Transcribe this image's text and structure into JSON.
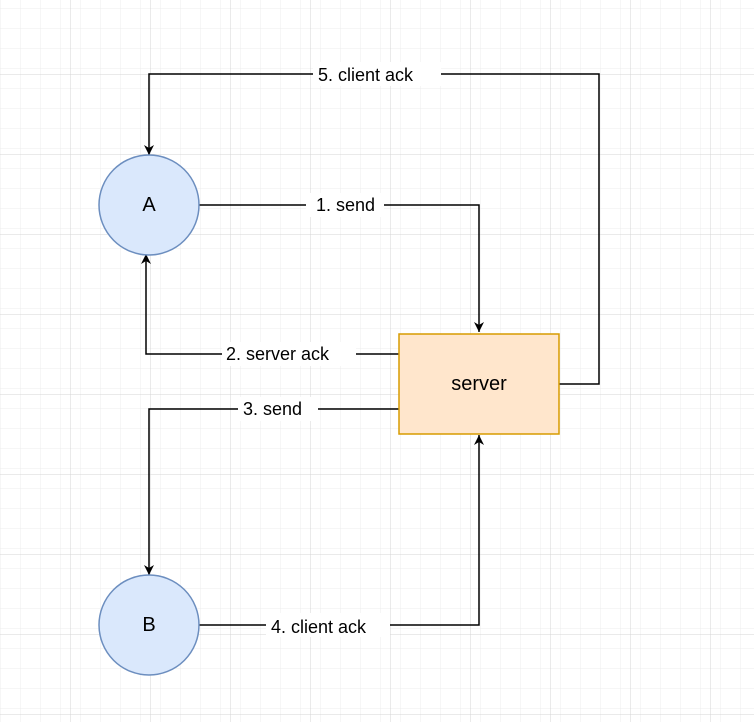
{
  "diagram": {
    "colors": {
      "grid_minor": "#ececec",
      "grid_major": "#d4d4d4",
      "client_fill": "#dae8fc",
      "client_stroke": "#6c8ebf",
      "server_fill": "#ffe6cc",
      "server_stroke": "#d79b00",
      "edge": "#000000"
    },
    "nodes": {
      "a": {
        "label": "A"
      },
      "b": {
        "label": "B"
      },
      "server": {
        "label": "server"
      }
    },
    "edges": {
      "e1": {
        "label": "1. send"
      },
      "e2": {
        "label": "2. server ack"
      },
      "e3": {
        "label": "3. send"
      },
      "e4": {
        "label": "4. client ack"
      },
      "e5": {
        "label": "5. client ack"
      }
    }
  }
}
